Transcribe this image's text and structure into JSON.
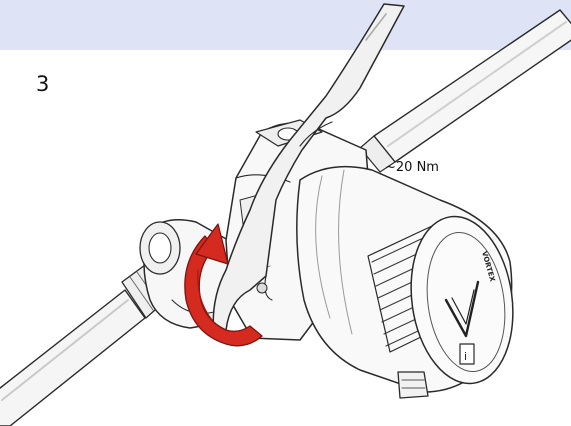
{
  "step_number": "3",
  "torque_label": "~20 Nm",
  "brand_text": "VORTEX",
  "info_glyph": "i",
  "colors": {
    "band": "#dfe3f6",
    "arrow": "#d42a1f",
    "arrow_dark": "#9e1a12",
    "outline": "#2a2a2a"
  },
  "icons": {
    "rotation": "curved-arrow-icon",
    "tool": "open-end-wrench",
    "device": "pump-motor"
  }
}
